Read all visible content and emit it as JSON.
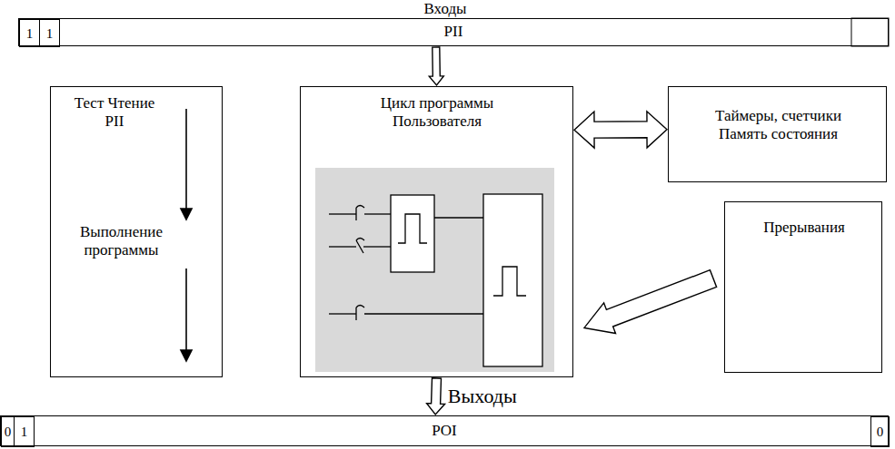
{
  "diagram": {
    "nodes": [
      {
        "text": [
          "PII"
        ]
      },
      {
        "text": [
          "1"
        ],
        "in": 0
      },
      {
        "text": [
          "1"
        ],
        "in": 0
      },
      {
        "text": [
          "Тест Чтение PII",
          "Выполнение программы"
        ]
      },
      {
        "text": [
          "Цикл программы Пользователя"
        ]
      },
      {
        "text": [
          "Таймеры, счетчики Память состояния"
        ]
      },
      {
        "text": [
          "Прерывания"
        ]
      },
      {
        "text": [
          "POI"
        ]
      },
      {
        "text": [
          "0"
        ],
        "in": 7
      },
      {
        "text": [
          "1"
        ],
        "in": 7
      },
      {
        "text": [
          "0"
        ],
        "in": 7
      }
    ],
    "edges": [
      {
        "from": 0,
        "to": 4,
        "arrow": "to"
      },
      {
        "from": 4,
        "to": 5,
        "arrow": "both"
      },
      {
        "from": 6,
        "to": 4,
        "arrow": "to"
      },
      {
        "from": 4,
        "to": 7,
        "label": "Выходы",
        "arrow": "to"
      }
    ],
    "labels": [
      "Входы"
    ]
  }
}
